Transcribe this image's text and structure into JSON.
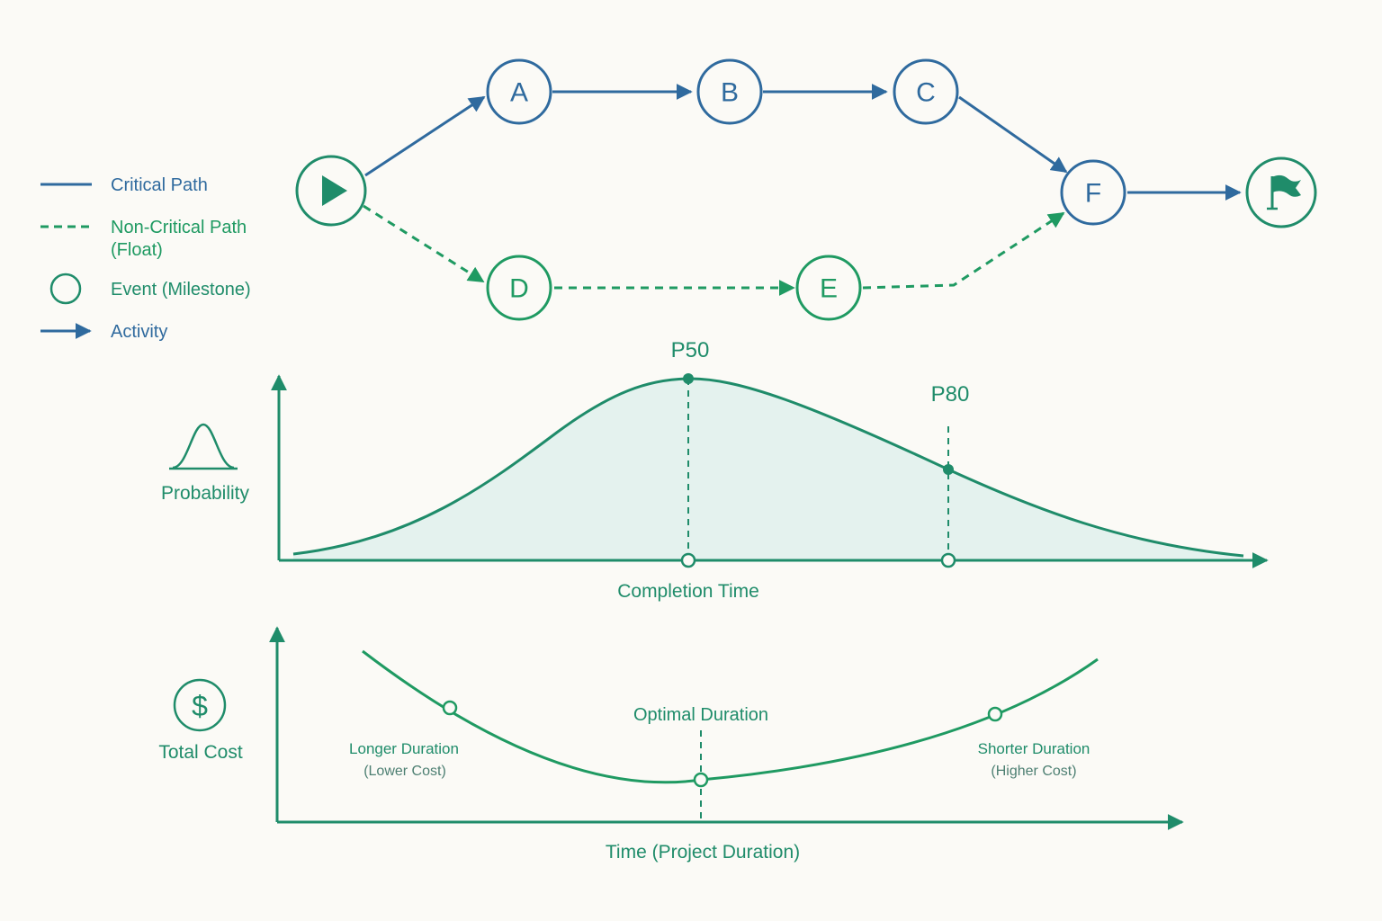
{
  "colors": {
    "critical": "#2f6a9e",
    "noncritical": "#1f9a62",
    "teal": "#1f8c6a",
    "fill": "#e4f2ee",
    "background": "#fbfaf6"
  },
  "legend": {
    "critical": "Critical Path",
    "noncritical_line1": "Non-Critical Path",
    "noncritical_line2": "(Float)",
    "event": "Event (Milestone)",
    "activity": "Activity"
  },
  "network": {
    "start_icon": "play-icon",
    "end_icon": "flag-icon",
    "nodes": {
      "A": "A",
      "B": "B",
      "C": "C",
      "D": "D",
      "E": "E",
      "F": "F"
    }
  },
  "probability": {
    "icon": "bell-curve-icon",
    "ylabel": "Probability",
    "xlabel": "Completion Time",
    "p50": "P50",
    "p80": "P80"
  },
  "cost": {
    "icon": "dollar-icon",
    "dollar": "$",
    "ylabel": "Total Cost",
    "xlabel": "Time (Project Duration)",
    "optimal": "Optimal Duration",
    "longer": "Longer Duration",
    "longer_sub": "(Lower Cost)",
    "shorter": "Shorter Duration",
    "shorter_sub": "(Higher Cost)"
  }
}
